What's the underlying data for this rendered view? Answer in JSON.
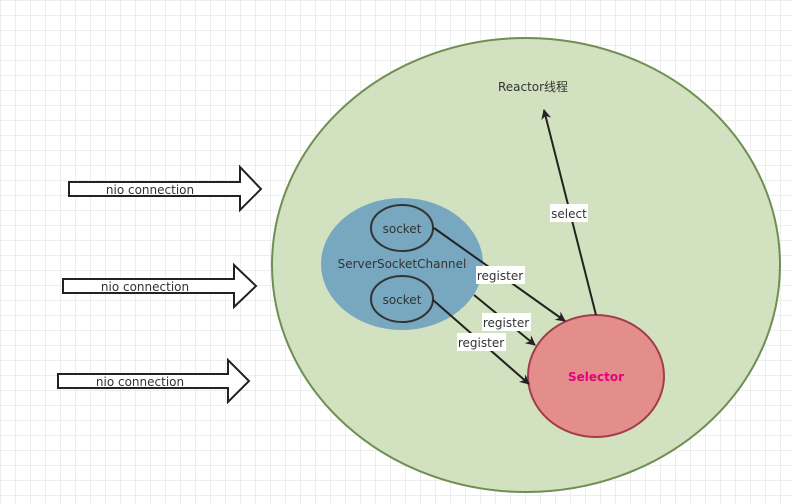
{
  "reactor_label": "Reactor线程",
  "server_socket_channel": "ServerSocketChannel",
  "sockets": [
    "socket",
    "socket"
  ],
  "selector": "Selector",
  "edges": {
    "register_1": "register",
    "register_2": "register",
    "register_3": "register",
    "select": "select"
  },
  "connections": [
    "nio connection",
    "nio connection",
    "nio connection"
  ],
  "colors": {
    "reactor_fill": "#d0dfbc",
    "reactor_stroke": "#6f8f52",
    "channel_fill": "#77a8bf",
    "selector_fill": "#e48e8c",
    "selector_stroke": "#a33d4c",
    "selector_text": "#e6007a"
  }
}
